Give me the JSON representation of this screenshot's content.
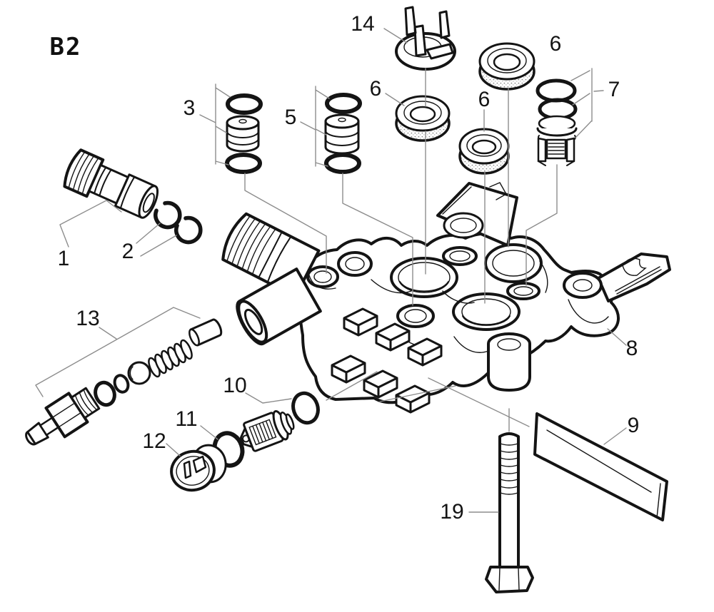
{
  "figure": {
    "code": "B2",
    "part_numbers_shown": [
      "1",
      "2",
      "3",
      "5",
      "6",
      "7",
      "8",
      "9",
      "10",
      "11",
      "12",
      "13",
      "14",
      "19"
    ],
    "callouts": {
      "c1": "1",
      "c2": "2",
      "c3": "3",
      "c5": "5",
      "c6a": "6",
      "c6b": "6",
      "c6c": "6",
      "c7": "7",
      "c8": "8",
      "c9": "9",
      "c10": "10",
      "c11": "11",
      "c12": "12",
      "c13": "13",
      "c14": "14",
      "c19": "19"
    }
  },
  "colors": {
    "background": "#ffffff",
    "line_art": "#141414",
    "leader_lines": "#8d8d8d",
    "seal_texture": "#8a8a8a"
  }
}
